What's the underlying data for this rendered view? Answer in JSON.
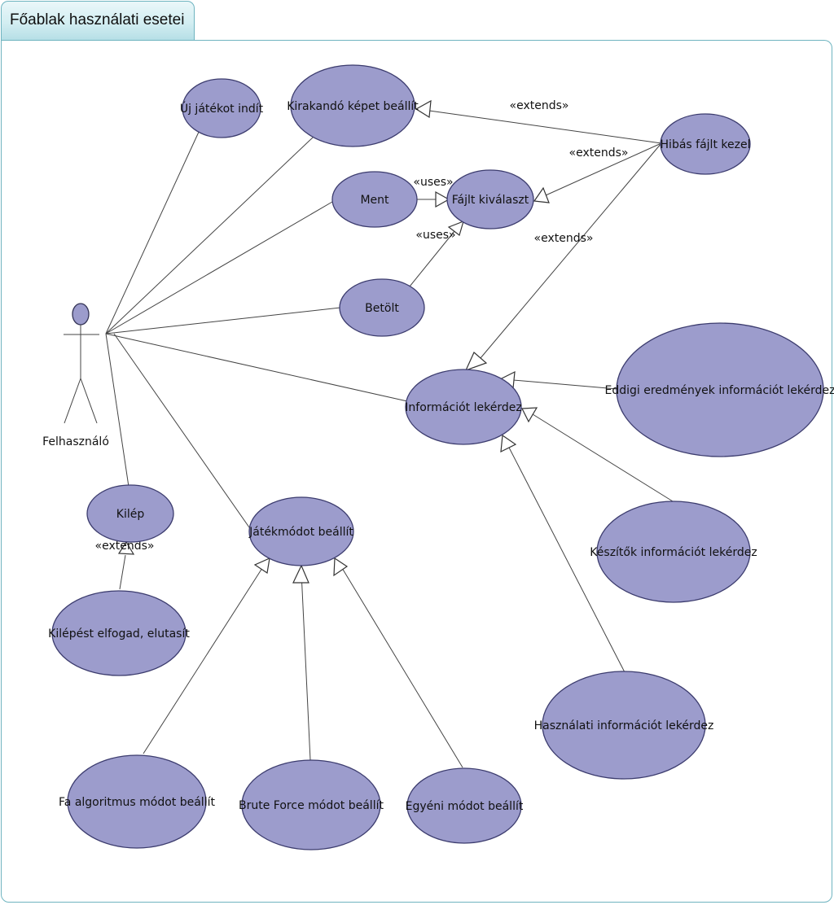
{
  "frame": {
    "title": "Főablak használati esetei"
  },
  "actor": {
    "name": "Felhasználó"
  },
  "use_cases": {
    "uj_jatek": "Új játékot indít",
    "kirakando": "Kirakandó képet beállít",
    "hibas_fajl": "Hibás fájlt kezel",
    "ment": "Ment",
    "fajlt_kivalaszt": "Fájlt kiválaszt",
    "betolt": "Betölt",
    "informacio": "Információt lekérdez",
    "eddigi_eredmenyek": "Eddigi eredmények információt lekérdez",
    "kilep": "Kilép",
    "jatekmod": "Játékmódot beállít",
    "keszitok": "Készítők információt lekérdez",
    "kilepest_elfogad": "Kilépést elfogad, elutasít",
    "hasznalati": "Használati információt lekérdez",
    "fa_algoritmus": "Fa algoritmus módot beállít",
    "brute_force": "Brute Force módot beállít",
    "egyeni": "Egyéni módot beállít"
  },
  "relations": {
    "extends_hibas_kirakando": "«extends»",
    "extends_hibas_fajlt": "«extends»",
    "extends_hibas_info": "«extends»",
    "uses_ment": "«uses»",
    "uses_betolt": "«uses»",
    "extends_kilep": "«extends»"
  },
  "colors": {
    "use_case_fill": "#9c9ccc",
    "frame_border": "#6fb4c0"
  }
}
